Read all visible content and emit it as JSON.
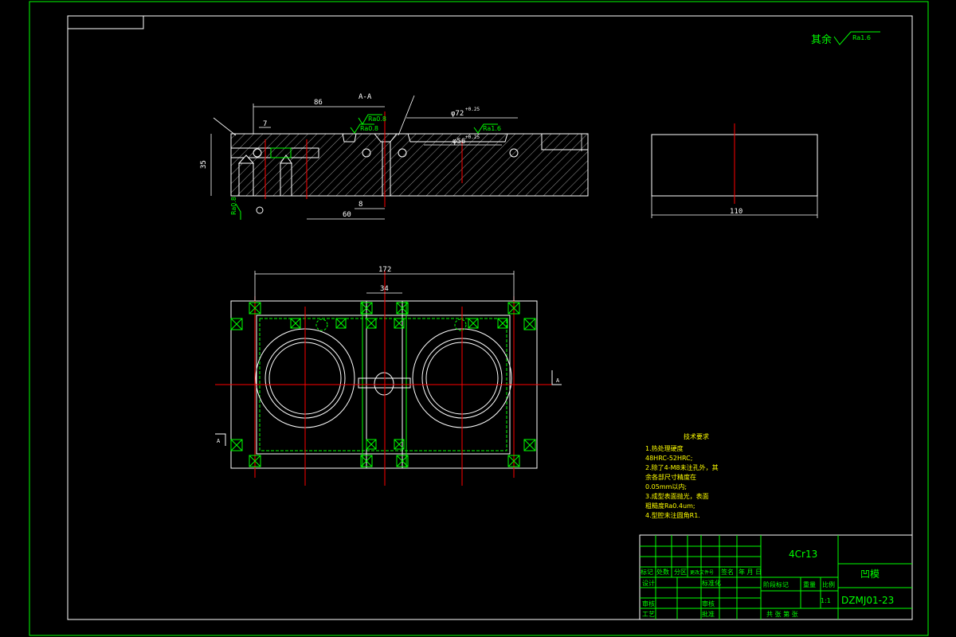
{
  "drawing": {
    "surface_note": {
      "prefix": "其余",
      "roughness": "Ra1.6"
    },
    "section_label": "A-A",
    "dims_section": {
      "d86": "86",
      "d7": "7",
      "d72": "φ72",
      "d72_tol": "+0.25",
      "d56": "φ56",
      "d56_tol": "+0.25",
      "d60": "60",
      "d8": "8",
      "ra_a": "Ra0.8",
      "ra_b": "Ra0.8",
      "ra_c": "Ra0.8",
      "ra_d": "Ra1.6",
      "h_label": "35"
    },
    "side_view": {
      "width_dim": "110"
    },
    "plan_view": {
      "total_dim": "172",
      "center_dim": "34",
      "section_mark": "A"
    },
    "tech_req": {
      "title": "技术要求",
      "lines": [
        "1.热处理硬度",
        "48HRC-52HRC;",
        "2.除了4-M8未注孔外，其",
        "余各部尺寸精度在",
        "0.05mm以内;",
        "3.成型表面抛光，表面",
        "粗糙度Ra0.4um;",
        "4.型腔未注圆角R1."
      ]
    },
    "title_block": {
      "material": "4Cr13",
      "part_name": "凹模",
      "drawing_no": "DZMJ01-23",
      "scale": "1:1",
      "header_cols": [
        "标记",
        "处数",
        "分区",
        "更改文件号",
        "签名",
        "年 月 日"
      ],
      "rows_left": [
        "设计",
        "审核",
        "工艺"
      ],
      "rows_mid": [
        "标准化",
        "审核",
        "批准"
      ],
      "stage_cols": [
        "阶段标记",
        "重量",
        "比例"
      ],
      "sheet_info": "共  张  第  张"
    }
  }
}
